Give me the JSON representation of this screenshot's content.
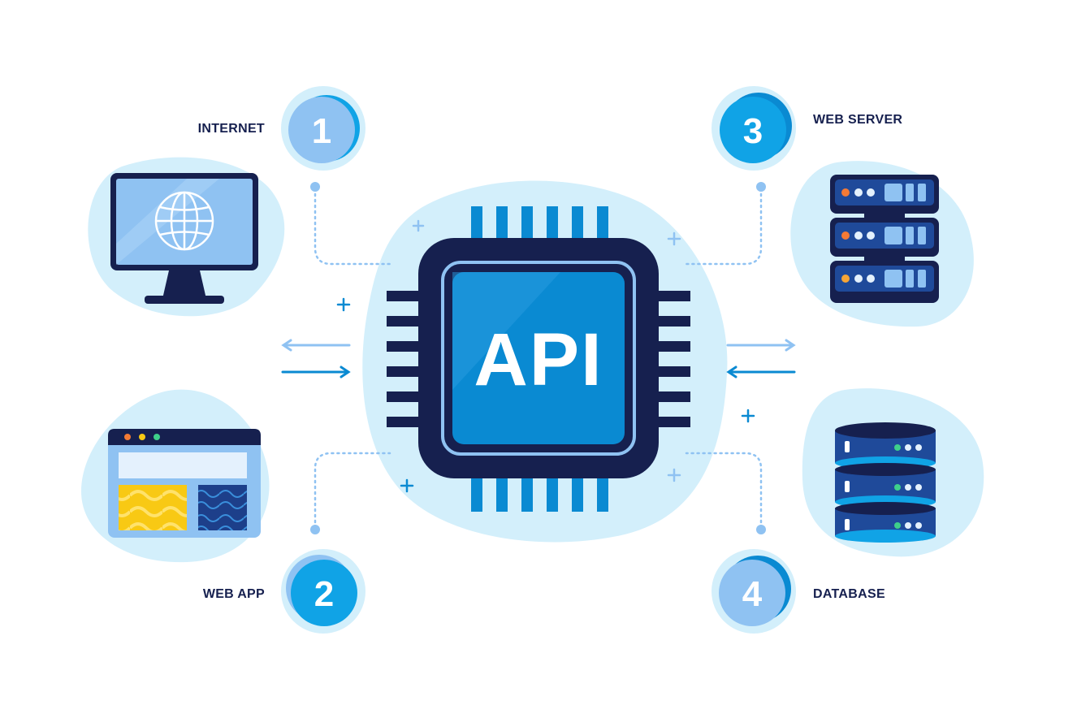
{
  "center": {
    "label": "API"
  },
  "nodes": [
    {
      "number": "1",
      "label": "INTERNET",
      "icon": "monitor-globe-icon"
    },
    {
      "number": "2",
      "label": "WEB APP",
      "icon": "browser-window-icon"
    },
    {
      "number": "3",
      "label": "WEB SERVER",
      "icon": "server-rack-icon"
    },
    {
      "number": "4",
      "label": "DATABASE",
      "icon": "database-stack-icon"
    }
  ],
  "colors": {
    "navy": "#16204f",
    "primary_blue": "#0a8ad2",
    "bright_blue": "#10a3e6",
    "light_blue": "#8fc2f2",
    "pale_blob": "#d3effb",
    "yellow": "#f8c914",
    "orange_led": "#f47a35",
    "green_led": "#3ed08a"
  }
}
